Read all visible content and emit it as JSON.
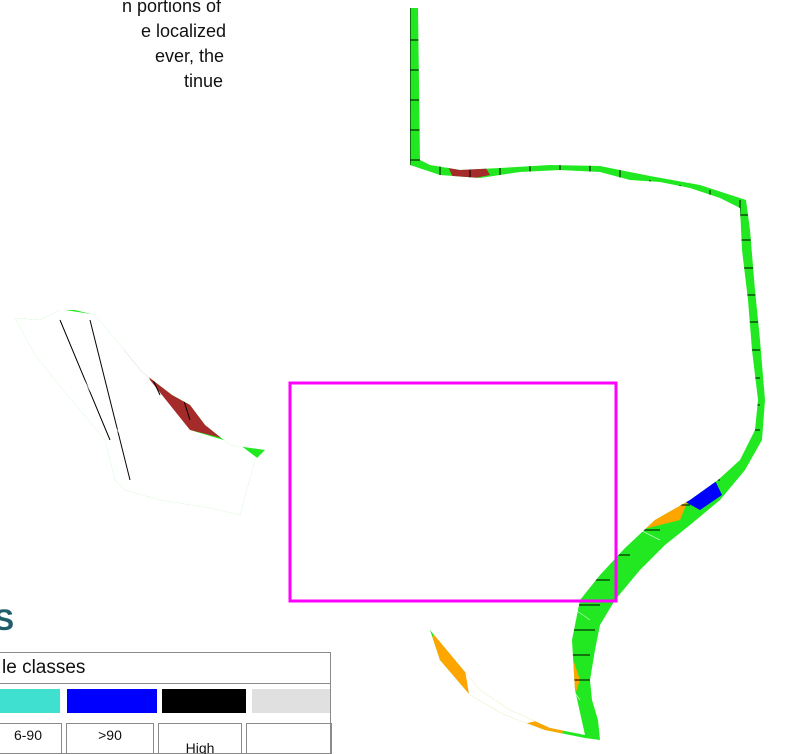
{
  "intro_lines": [
    "n portions of the",
    "e localized",
    "ever, the vast",
    "tinue to observe"
  ],
  "legend": {
    "title": "S",
    "header": "le classes",
    "swatches": [
      {
        "color": "#40e0d0"
      },
      {
        "color": "#0000ff"
      },
      {
        "color": "#000000"
      },
      {
        "color": "#e0e0e0"
      }
    ],
    "ranges": [
      "6-90",
      ">90",
      "High"
    ]
  },
  "map": {
    "colors": {
      "normal": "#22e822",
      "below_normal": "#ffa500",
      "much_below_normal": "#a52a2a",
      "low": "#ff0000",
      "above_normal": "#40e0d0",
      "much_above_normal": "#0000ff",
      "not_ranked": "#ffffff",
      "highlight_box": "#ff00ff"
    }
  }
}
